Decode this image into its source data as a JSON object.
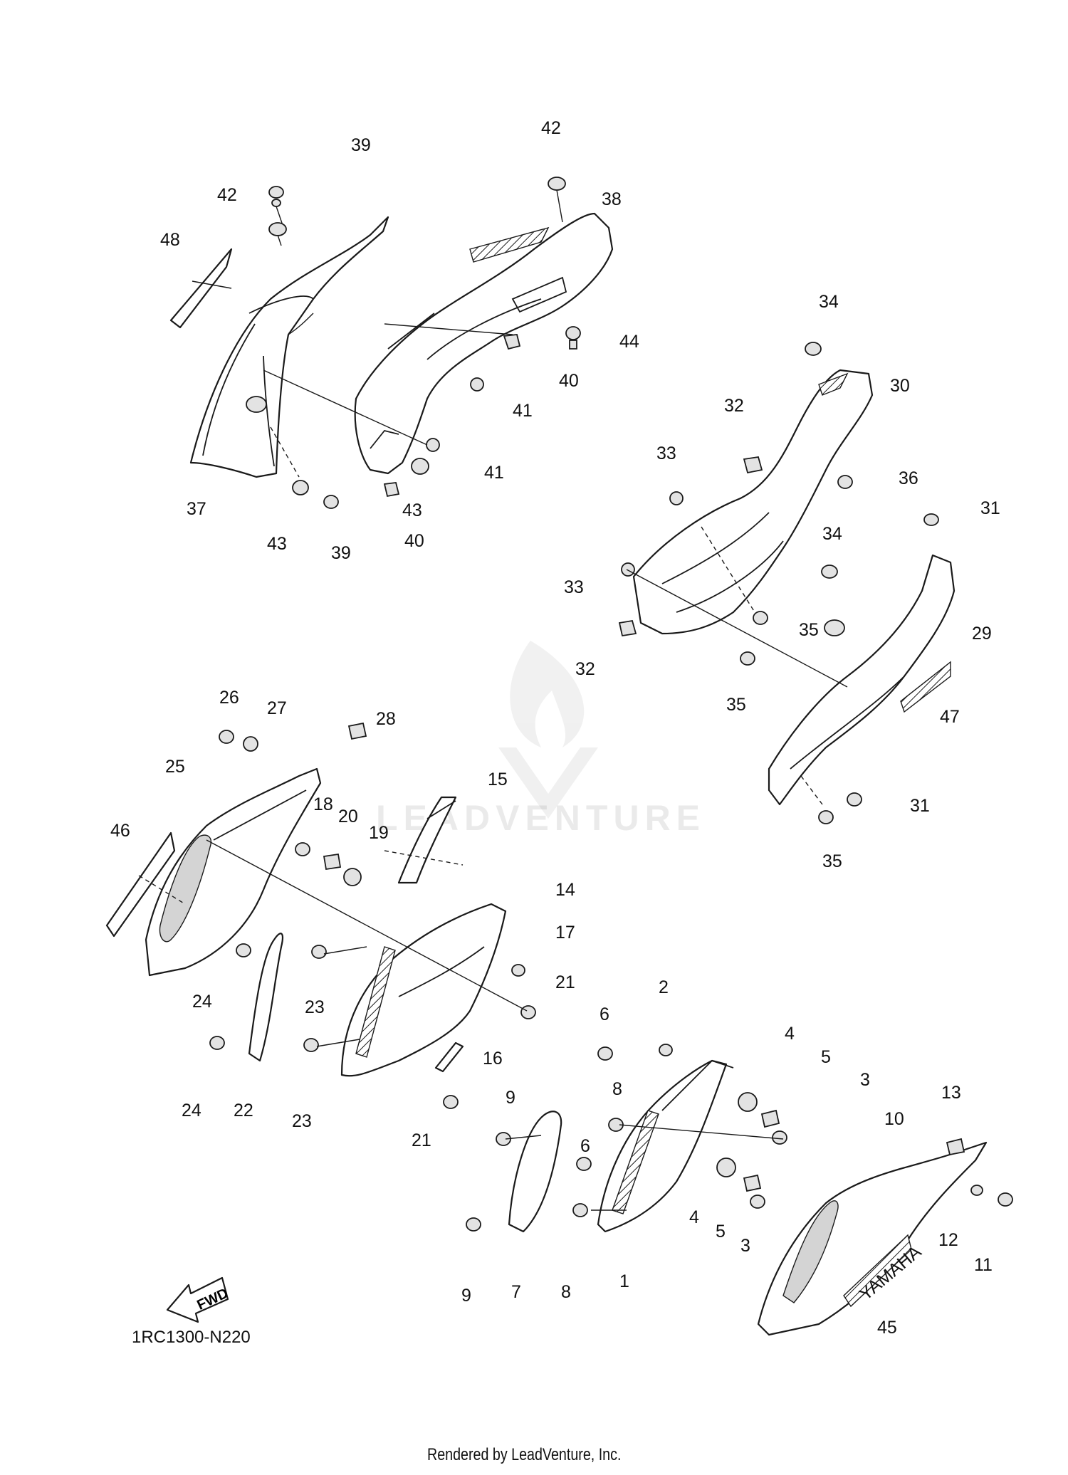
{
  "diagram": {
    "code": "1RC1300-N220",
    "fwd_label": "FWD",
    "brand_decal": "YAMAHA",
    "watermark": "LEADVENTURE",
    "footer": "Rendered by LeadVenture, Inc.",
    "callouts": [
      "1",
      "2",
      "3",
      "3",
      "4",
      "4",
      "5",
      "5",
      "6",
      "6",
      "7",
      "8",
      "8",
      "9",
      "9",
      "10",
      "11",
      "12",
      "13",
      "14",
      "15",
      "16",
      "17",
      "18",
      "19",
      "20",
      "21",
      "21",
      "22",
      "23",
      "23",
      "24",
      "24",
      "25",
      "26",
      "27",
      "28",
      "29",
      "30",
      "31",
      "31",
      "32",
      "32",
      "33",
      "33",
      "34",
      "34",
      "35",
      "35",
      "35",
      "36",
      "37",
      "38",
      "39",
      "39",
      "40",
      "40",
      "41",
      "41",
      "42",
      "42",
      "43",
      "43",
      "44",
      "45",
      "46",
      "47",
      "48"
    ]
  }
}
